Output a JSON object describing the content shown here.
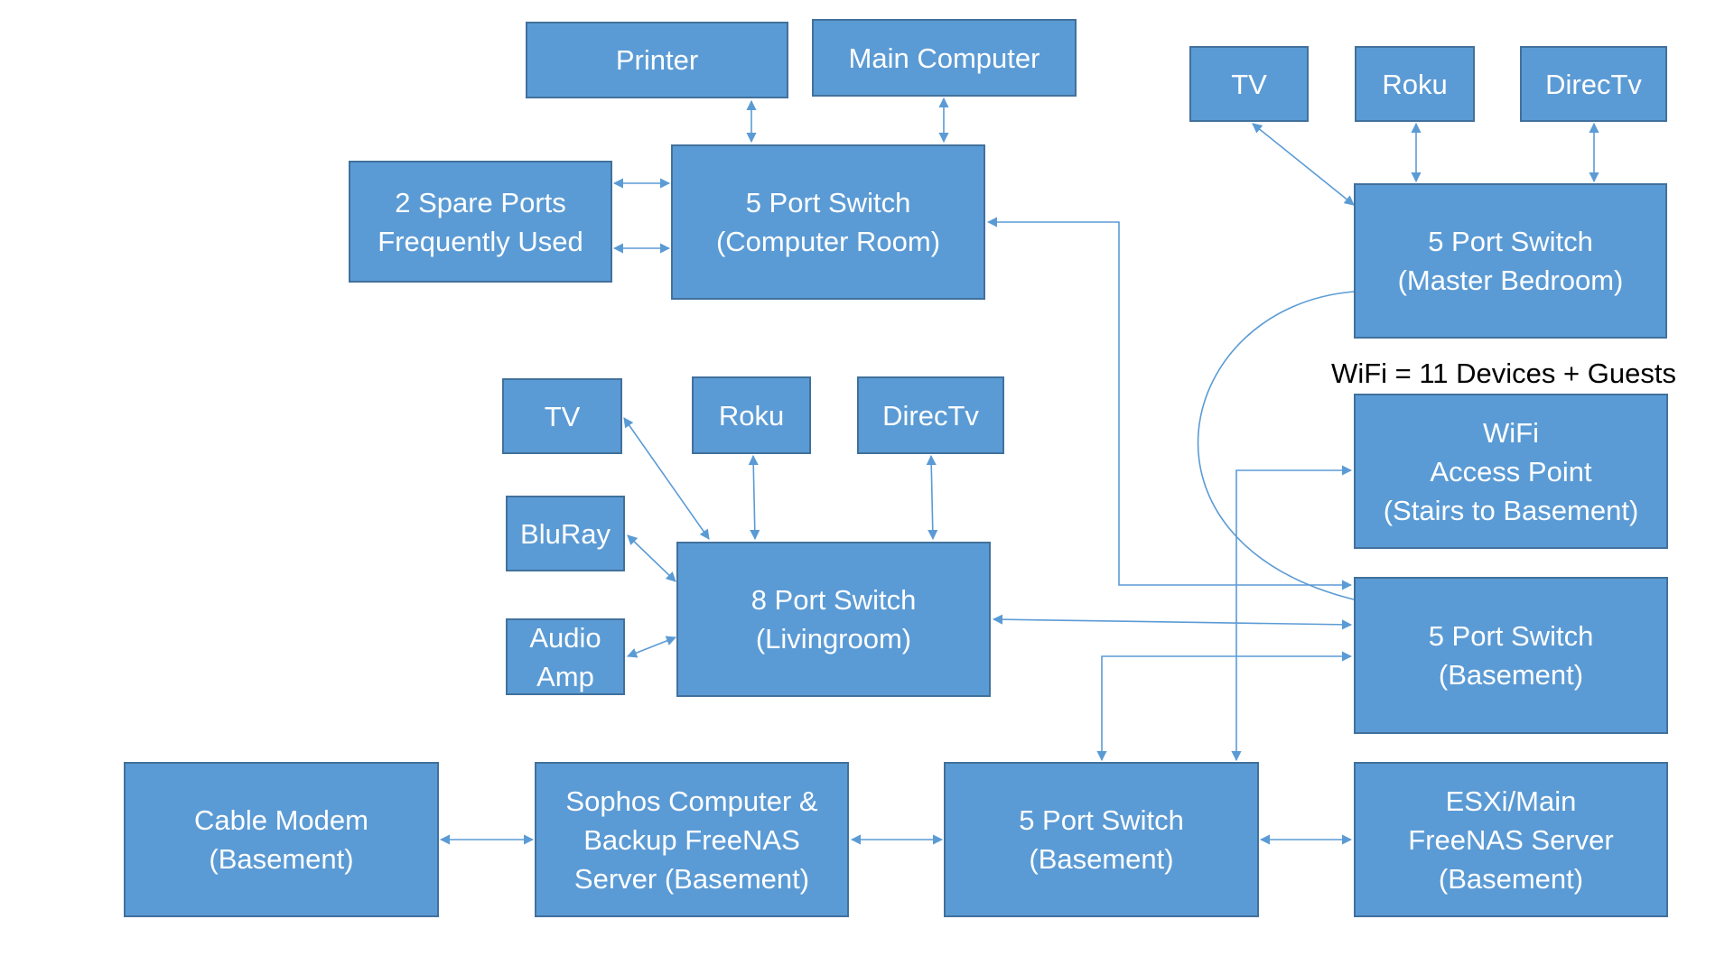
{
  "diagram": {
    "title": "Home Network Diagram",
    "colors": {
      "node_fill": "#5B9BD5",
      "node_border": "#41719C",
      "node_text": "#FFFFFF",
      "connector": "#5B9BD5",
      "annotation_text": "#000000"
    },
    "annotation": "WiFi = 11 Devices + Guests",
    "nodes": {
      "printer": {
        "lines": [
          "Printer"
        ]
      },
      "main_computer": {
        "lines": [
          "Main Computer"
        ]
      },
      "spare_ports": {
        "lines": [
          "2 Spare Ports",
          "Frequently Used"
        ]
      },
      "switch_computer_room": {
        "lines": [
          "5 Port Switch",
          "(Computer Room)"
        ]
      },
      "mb_tv": {
        "lines": [
          "TV"
        ]
      },
      "mb_roku": {
        "lines": [
          "Roku"
        ]
      },
      "mb_directv": {
        "lines": [
          "DirecTv"
        ]
      },
      "switch_master_bedroom": {
        "lines": [
          "5 Port Switch",
          "(Master Bedroom)"
        ]
      },
      "wifi_ap": {
        "lines": [
          "WiFi",
          "Access Point",
          "(Stairs to Basement)"
        ]
      },
      "lr_tv": {
        "lines": [
          "TV"
        ]
      },
      "lr_roku": {
        "lines": [
          "Roku"
        ]
      },
      "lr_directv": {
        "lines": [
          "DirecTv"
        ]
      },
      "bluray": {
        "lines": [
          "BluRay"
        ]
      },
      "audio_amp": {
        "lines": [
          "Audio",
          "Amp"
        ]
      },
      "switch_livingroom": {
        "lines": [
          "8 Port Switch",
          "(Livingroom)"
        ]
      },
      "switch_basement_upper": {
        "lines": [
          "5 Port Switch",
          "(Basement)"
        ]
      },
      "cable_modem": {
        "lines": [
          "Cable Modem",
          "(Basement)"
        ]
      },
      "sophos": {
        "lines": [
          "Sophos Computer &",
          "Backup FreeNAS",
          "Server (Basement)"
        ]
      },
      "switch_basement_lower": {
        "lines": [
          "5 Port Switch",
          "(Basement)"
        ]
      },
      "esxi": {
        "lines": [
          "ESXi/Main",
          "FreeNAS Server",
          "(Basement)"
        ]
      }
    },
    "connections": [
      {
        "from": "printer",
        "to": "switch_computer_room",
        "type": "bidirectional"
      },
      {
        "from": "main_computer",
        "to": "switch_computer_room",
        "type": "bidirectional"
      },
      {
        "from": "spare_ports",
        "to": "switch_computer_room",
        "type": "bidirectional"
      },
      {
        "from": "spare_ports",
        "to": "switch_computer_room",
        "type": "bidirectional"
      },
      {
        "from": "switch_computer_room",
        "to": "switch_basement_upper",
        "type": "bidirectional"
      },
      {
        "from": "mb_tv",
        "to": "switch_master_bedroom",
        "type": "bidirectional"
      },
      {
        "from": "mb_roku",
        "to": "switch_master_bedroom",
        "type": "bidirectional"
      },
      {
        "from": "mb_directv",
        "to": "switch_master_bedroom",
        "type": "bidirectional"
      },
      {
        "from": "switch_master_bedroom",
        "to": "switch_basement_upper",
        "type": "curve"
      },
      {
        "from": "switch_basement_lower",
        "to": "wifi_ap",
        "type": "bidirectional"
      },
      {
        "from": "lr_tv",
        "to": "switch_livingroom",
        "type": "bidirectional"
      },
      {
        "from": "lr_roku",
        "to": "switch_livingroom",
        "type": "bidirectional"
      },
      {
        "from": "lr_directv",
        "to": "switch_livingroom",
        "type": "bidirectional"
      },
      {
        "from": "bluray",
        "to": "switch_livingroom",
        "type": "bidirectional"
      },
      {
        "from": "audio_amp",
        "to": "switch_livingroom",
        "type": "bidirectional"
      },
      {
        "from": "switch_livingroom",
        "to": "switch_basement_upper",
        "type": "bidirectional"
      },
      {
        "from": "switch_basement_lower",
        "to": "switch_basement_upper",
        "type": "bidirectional"
      },
      {
        "from": "cable_modem",
        "to": "sophos",
        "type": "bidirectional"
      },
      {
        "from": "sophos",
        "to": "switch_basement_lower",
        "type": "bidirectional"
      },
      {
        "from": "switch_basement_lower",
        "to": "esxi",
        "type": "bidirectional"
      }
    ]
  }
}
